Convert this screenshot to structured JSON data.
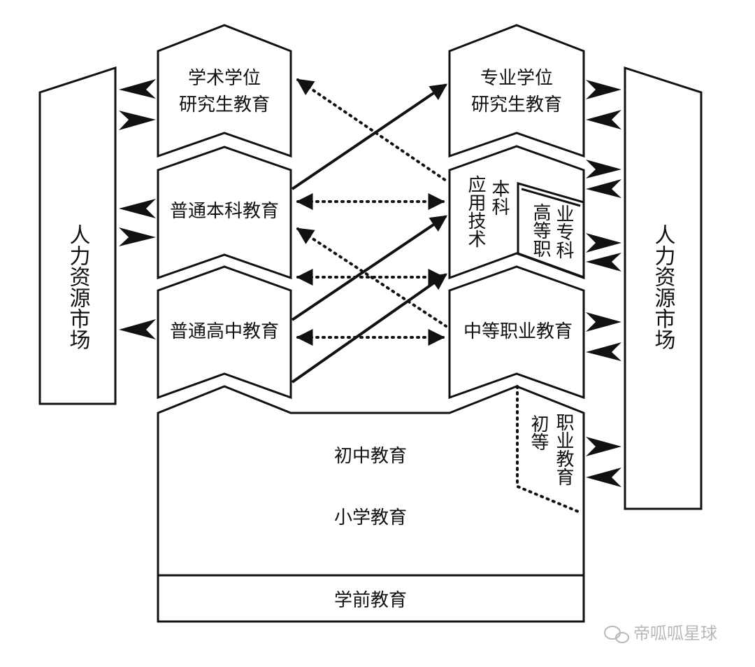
{
  "nodes": {
    "hr_market_left": "人力资源市场",
    "hr_market_right": "人力资源市场",
    "academic_grad_line1": "学术学位",
    "academic_grad_line2": "研究生教育",
    "professional_grad_line1": "专业学位",
    "professional_grad_line2": "研究生教育",
    "regular_undergrad": "普通本科教育",
    "applied_undergrad_a": "应用技术",
    "applied_undergrad_b": "本科",
    "higher_voc_a": "高等职",
    "higher_voc_b": "业专科",
    "general_high_school": "普通高中教育",
    "secondary_vocational": "中等职业教育",
    "junior_high": "初中教育",
    "primary": "小学教育",
    "primary_voc_a": "初等",
    "primary_voc_b": "职业教育",
    "preschool": "学前教育"
  },
  "watermark": {
    "text": "帝呱呱星球",
    "icon": "wechat-icon"
  },
  "colors": {
    "stroke": "#111111",
    "watermark": "#b8b8b8"
  }
}
